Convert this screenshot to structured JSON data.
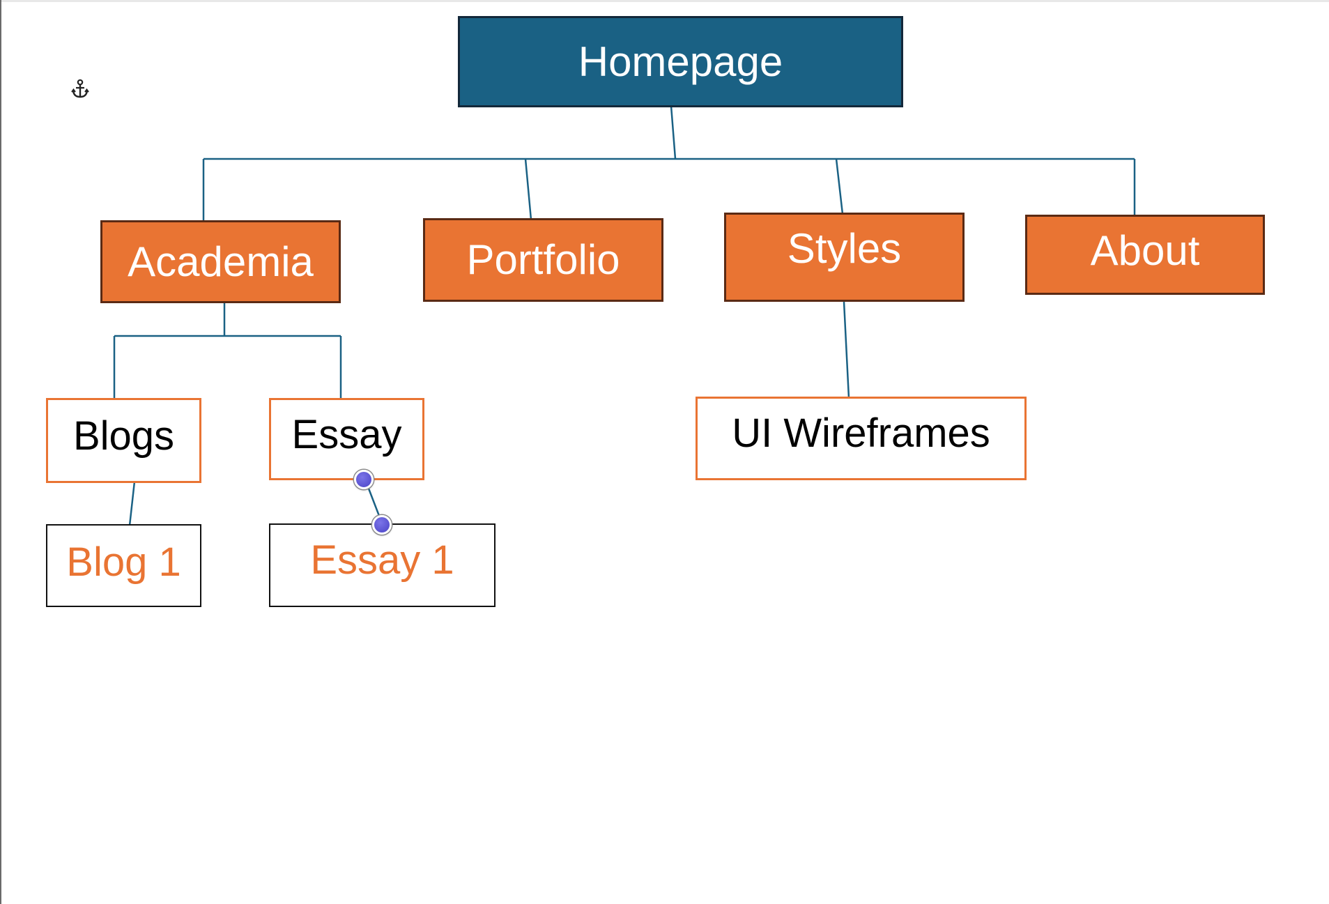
{
  "colors": {
    "root_fill": "#1a6184",
    "section_fill": "#e97433",
    "connector": "#1a6184",
    "accent_text": "#e97433",
    "handle": "#5a52d6"
  },
  "icons": {
    "anchor": "anchor-icon"
  },
  "diagram": {
    "root": {
      "label": "Homepage"
    },
    "sections": [
      {
        "label": "Academia"
      },
      {
        "label": "Portfolio"
      },
      {
        "label": "Styles"
      },
      {
        "label": "About"
      }
    ],
    "subpages": [
      {
        "label": "Blogs",
        "parent": "Academia"
      },
      {
        "label": "Essay",
        "parent": "Academia"
      },
      {
        "label": "UI Wireframes",
        "parent": "Styles"
      }
    ],
    "leaves": [
      {
        "label": "Blog 1",
        "parent": "Blogs"
      },
      {
        "label": "Essay 1",
        "parent": "Essay"
      }
    ]
  }
}
